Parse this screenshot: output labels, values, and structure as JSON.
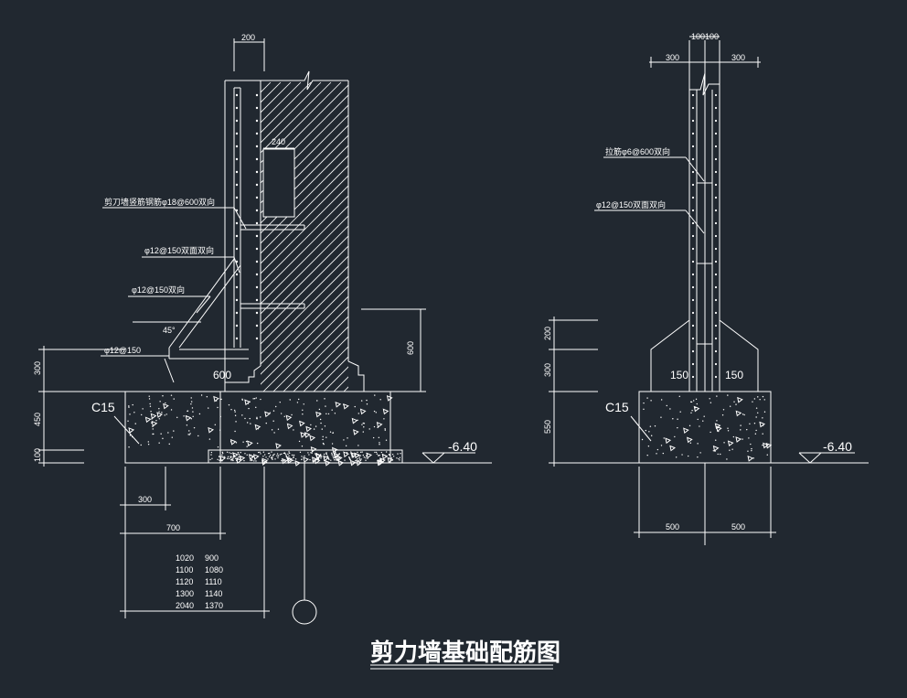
{
  "title": "剪力墙基础配筋图",
  "colors": {
    "background": "#212830",
    "line": "#ffffff"
  },
  "left_detail": {
    "dims": {
      "wall_top_width": "200",
      "inner": "240",
      "footing_step_width": "600",
      "step_height": "600",
      "h_300": "300",
      "h_450": "450",
      "h_100": "100",
      "bottom_300": "300",
      "bottom_700": "700"
    },
    "annotations": {
      "anchor": "剪刀墙竖筋钢筋φ18@600双向",
      "rebar_1": "φ12@150双面双向",
      "rebar_2": "φ12@150双向",
      "rebar_3": "φ12@150",
      "angle": "45°"
    },
    "concrete_grade": "C15",
    "elevation": "-6.40",
    "table": [
      [
        "1020",
        "900"
      ],
      [
        "1100",
        "1080"
      ],
      [
        "1120",
        "1110"
      ],
      [
        "1300",
        "1140"
      ],
      [
        "2040",
        "1370"
      ]
    ]
  },
  "right_detail": {
    "dims": {
      "top_left": "100",
      "top_right": "100",
      "side_left": "300",
      "side_right": "300",
      "h_200": "200",
      "h_300": "300",
      "h_550": "550",
      "mid_left": "150",
      "mid_right": "150",
      "bot_left": "500",
      "bot_right": "500"
    },
    "annotations": {
      "tie": "拉筋φ6@600双向",
      "rebar": "φ12@150双面双向"
    },
    "concrete_grade": "C15",
    "elevation": "-6.40"
  }
}
